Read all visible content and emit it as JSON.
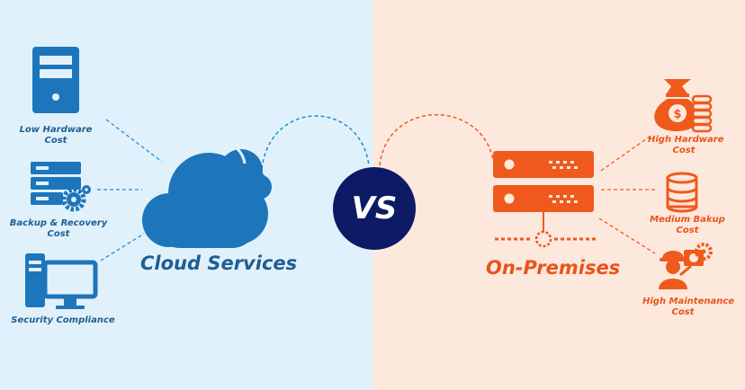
{
  "colors": {
    "cloud_bg": "#e1f1fc",
    "onprem_bg": "#fde8dd",
    "cloud_blue": "#1d76bb",
    "cloud_text": "#1f5e91",
    "onprem_orange": "#ef5a1c",
    "vs_navy": "#0d1a66"
  },
  "left": {
    "title": "Cloud Services",
    "items": [
      {
        "label": "Low Hardware Cost",
        "icon": "server-tower-icon"
      },
      {
        "label": "Backup & Recovery Cost",
        "icon": "server-gear-icon"
      },
      {
        "label": "Security Compliance",
        "icon": "computer-monitor-icon"
      }
    ],
    "hub_icon": "cloud-icon"
  },
  "center": {
    "vs": "VS"
  },
  "right": {
    "title": "On-Premises",
    "items": [
      {
        "label": "High Hardware Cost",
        "icon": "money-bag-coins-icon"
      },
      {
        "label": "Medium Bakup Cost",
        "icon": "database-icon"
      },
      {
        "label": "High Maintenance Cost",
        "icon": "worker-gear-icon"
      }
    ],
    "hub_icon": "server-rack-icon"
  }
}
